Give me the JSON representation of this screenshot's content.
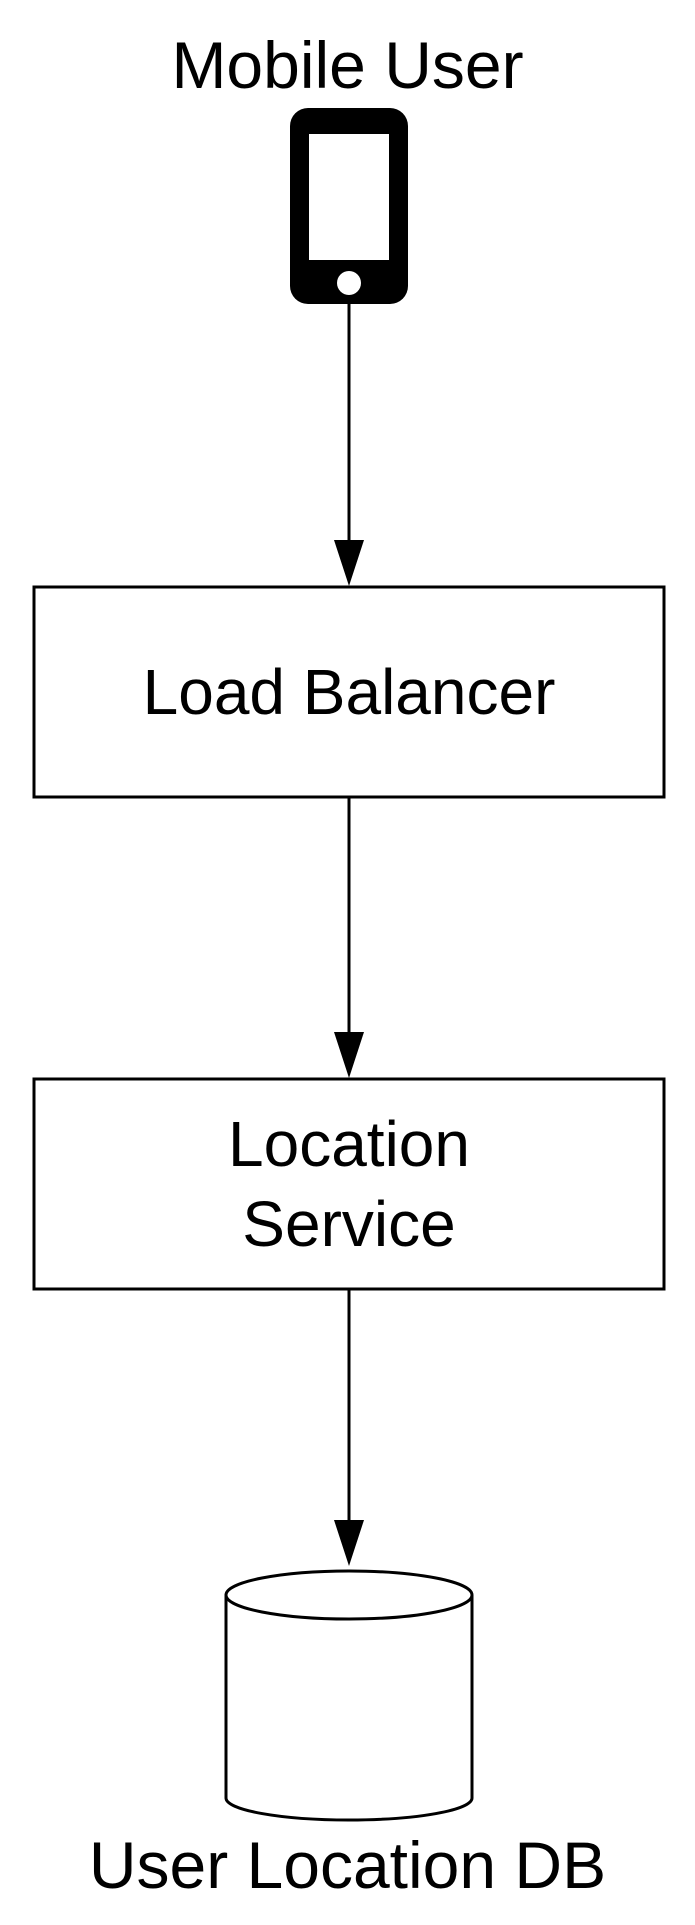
{
  "nodes": {
    "mobile_user": {
      "label": "Mobile User",
      "icon": "smartphone-icon"
    },
    "load_balancer": {
      "label": "Load Balancer"
    },
    "location_service": {
      "label_line1": "Location",
      "label_line2": "Service"
    },
    "user_location_db": {
      "label": "User Location DB",
      "icon": "database-cylinder-icon"
    }
  },
  "edges": [
    {
      "from": "mobile_user",
      "to": "load_balancer"
    },
    {
      "from": "load_balancer",
      "to": "location_service"
    },
    {
      "from": "location_service",
      "to": "user_location_db"
    }
  ],
  "colors": {
    "stroke": "#000000",
    "background": "#ffffff"
  }
}
